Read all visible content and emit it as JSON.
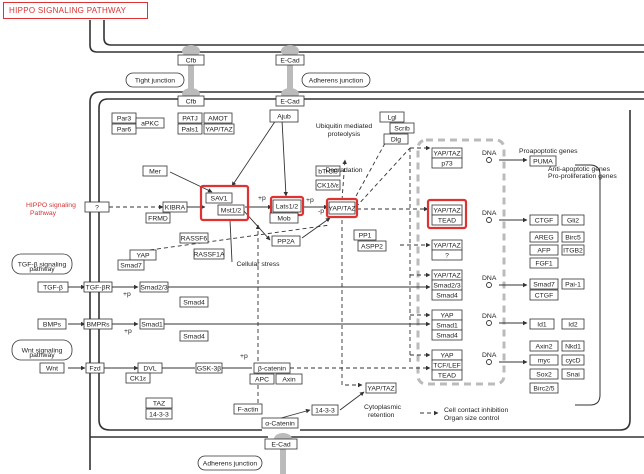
{
  "title": "HIPPO SIGNALING PATHWAY",
  "colors": {
    "highlight": "#d33333",
    "line": "#333333",
    "gray": "#bbbbbb"
  },
  "labels": {
    "cfb": "Cfb",
    "ecad": "E-Cad",
    "tight_junction": "Tight junction",
    "adherens_junction": "Adherens junction",
    "par3": "Par3",
    "par6": "Par6",
    "apkc": "aPKC",
    "patj": "PATJ",
    "pals1": "Pals1",
    "amot": "AMOT",
    "yap_taz_amot": "YAP/TAZ",
    "ajub": "Ajub",
    "ubiquitin": "Ubiquitin mediated",
    "proteolysis": "proteolysis",
    "degradation": "Degradation",
    "lgl": "Lgl",
    "scrib": "Scrib",
    "dlg": "Dlg",
    "btrcp": "bTrCP",
    "ck1": "CK1δ/ε",
    "hippo_signaling": "HIPPO signaling",
    "pathway": "Pathway",
    "unknown": "?",
    "mer": "Mer",
    "kibra": "KIBRA",
    "frmd": "FRMD",
    "sav1": "SAV1",
    "mst12": "Mst1/2",
    "lats12": "Lats1/2",
    "mob": "Mob",
    "yap_taz_main": "YAP/TAZ",
    "pp2a": "PP2A",
    "pp1": "PP1",
    "aspp2": "ASPP2",
    "rassf6": "RASSF6",
    "rassf1a": "RASSF1A",
    "cellular_stress": "Cellular stress",
    "tgfb_pathway": "TGF-β signaling",
    "tgfb_pathway2": "pathway",
    "tgfb": "TGF-β",
    "tgfbr": "TGF-βR",
    "yap": "YAP",
    "smad7": "Smad7",
    "smad23": "Smad2/3",
    "smad4": "Smad4",
    "bmps": "BMPs",
    "bmpr": "BMPRs",
    "smad1": "Smad1",
    "wnt_pathway": "Wnt signaling",
    "wnt_pathway2": "pathway",
    "wnt": "Wnt",
    "fzd": "Fzd",
    "dvl": "DVL",
    "ck1e": "CK1ε",
    "gsk3b": "GSK-3β",
    "bcatenin": "β-catenin",
    "apc": "APC",
    "axin": "Axin",
    "taz": "TAZ",
    "p1433": "14-3-3",
    "factin": "F-actin",
    "acatenin": "α-Catenin",
    "cytoplasmic": "Cytoplasmic",
    "retention": "retention",
    "cell_contact": "Cell contact inhibition",
    "organ_size": "Organ size control",
    "p73": "p73",
    "tead": "TEAD",
    "tcf": "TCF/LEF",
    "dna": "DNA",
    "proapoptotic": "Proapoptotic genes",
    "puma": "PUMA",
    "antiapoptotic": "Anti-apoptotic genes",
    "proliferation": "Pro-proliferation genes",
    "ctgf": "CTGF",
    "gli2": "Gli2",
    "areg": "AREG",
    "birc5": "Birc5",
    "afp": "AFP",
    "itgb2": "ITGB2",
    "fgf1": "FGF1",
    "pai1": "Pai-1",
    "id1": "Id1",
    "id2": "Id2",
    "axin2": "Axin2",
    "nkd1": "Nkd1",
    "myc": "myc",
    "cycd": "cycD",
    "sox2": "Sox2",
    "snai": "Snai",
    "birc25": "Birc2/5",
    "p": "+p",
    "pm": "-p"
  }
}
